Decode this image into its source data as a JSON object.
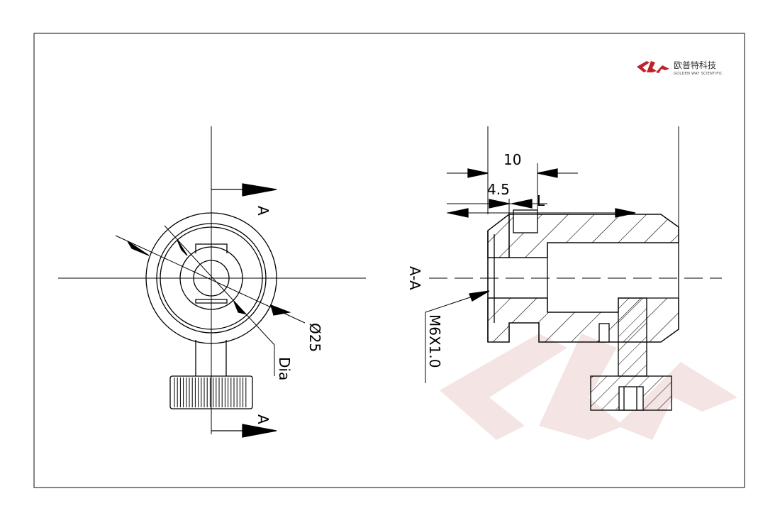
{
  "brand": {
    "name_cn": "欧普特科技",
    "name_en": "GOLDEN WAY SCIENTIFIC",
    "color": "#c0222a"
  },
  "front_view": {
    "section_label_top": "A",
    "section_label_bottom": "A",
    "diameter_label": "Ø25",
    "dia_label": "Dia"
  },
  "section_view": {
    "section_title": "A-A",
    "dim_10": "10",
    "dim_4_5": "4.5",
    "dim_L": "L",
    "thread_label": "M6X1.0"
  },
  "colors": {
    "line": "#000000",
    "frame": "#333333",
    "watermark": "#f3e2e2"
  }
}
